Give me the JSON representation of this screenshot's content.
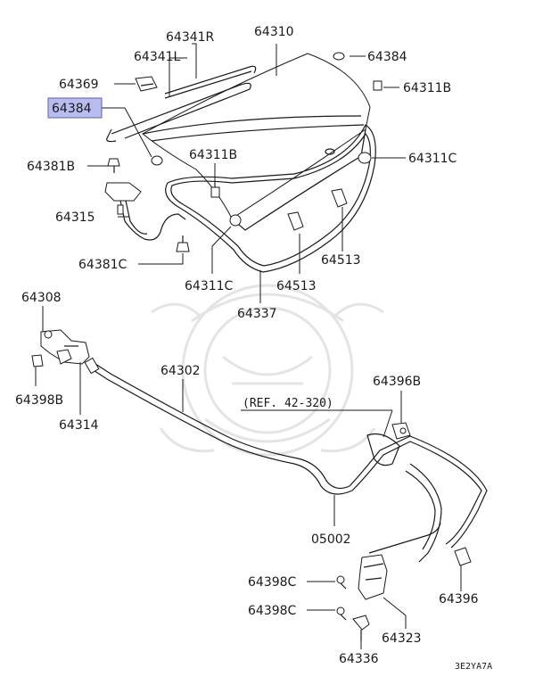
{
  "colors": {
    "ink": "#1a1a1a",
    "highlight": "#b9bcef",
    "watermark": "#e4e4e4",
    "background": "#ffffff"
  },
  "labels": {
    "p64341R": "64341R",
    "p64310": "64310",
    "p64341L": "64341L",
    "p64384_top": "64384",
    "p64369": "64369",
    "p64311B_top": "64311B",
    "p64384_selected": "64384",
    "p64381B": "64381B",
    "p64311B_mid": "64311B",
    "p64311C_right": "64311C",
    "p64315": "64315",
    "p64381C": "64381C",
    "p64513_right": "64513",
    "p64311C_bottom": "64311C",
    "p64513_bottom": "64513",
    "p64337": "64337",
    "p64308": "64308",
    "p64302": "64302",
    "p64396B": "64396B",
    "p64398B": "64398B",
    "p64314": "64314",
    "ref": "(REF. 42-320)",
    "p05002": "05002",
    "p64398C_1": "64398C",
    "p64396": "64396",
    "p64398C_2": "64398C",
    "p64323": "64323",
    "p64336": "64336"
  },
  "diagram_code": "3E2YA7A"
}
